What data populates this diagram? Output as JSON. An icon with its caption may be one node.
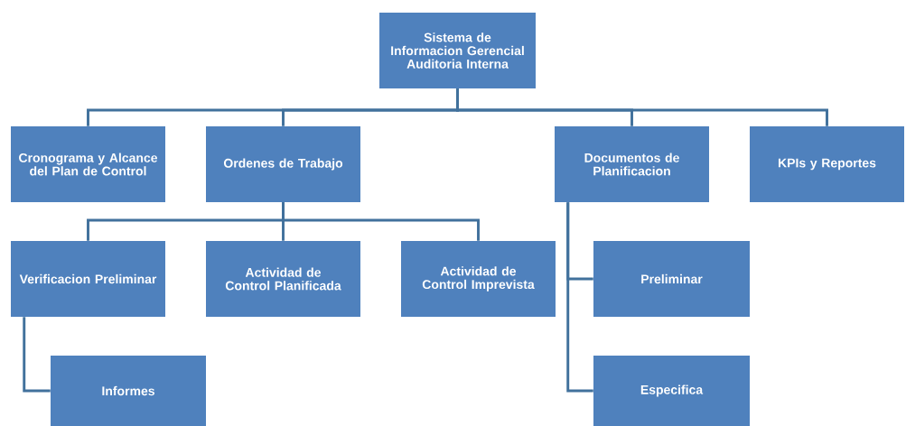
{
  "diagram": {
    "nodes": [
      {
        "text": [
          "Sistema de Informacion Gerencial Auditoria Interna"
        ]
      },
      {
        "text": [
          "Cronograma y Alcance del Plan de Control"
        ]
      },
      {
        "text": [
          "Ordenes de Trabajo"
        ]
      },
      {
        "text": [
          "Documentos de Planificacion"
        ]
      },
      {
        "text": [
          "KPIs y Reportes"
        ]
      },
      {
        "text": [
          "Verificacion Preliminar"
        ]
      },
      {
        "text": [
          "Actividad de Control Planificada"
        ]
      },
      {
        "text": [
          "Actividad de Control Imprevista"
        ]
      },
      {
        "text": [
          "Informes"
        ]
      },
      {
        "text": [
          "Preliminar"
        ]
      },
      {
        "text": [
          "Especifica"
        ]
      }
    ],
    "edges": [
      {
        "from": 0,
        "to": 1,
        "arrow": "none"
      },
      {
        "from": 0,
        "to": 2,
        "arrow": "none"
      },
      {
        "from": 0,
        "to": 3,
        "arrow": "none"
      },
      {
        "from": 0,
        "to": 4,
        "arrow": "none"
      },
      {
        "from": 2,
        "to": 5,
        "arrow": "none"
      },
      {
        "from": 2,
        "to": 6,
        "arrow": "none"
      },
      {
        "from": 2,
        "to": 7,
        "arrow": "none"
      },
      {
        "from": 5,
        "to": 8,
        "arrow": "none"
      },
      {
        "from": 3,
        "to": 9,
        "arrow": "none"
      },
      {
        "from": 3,
        "to": 10,
        "arrow": "none"
      }
    ]
  }
}
